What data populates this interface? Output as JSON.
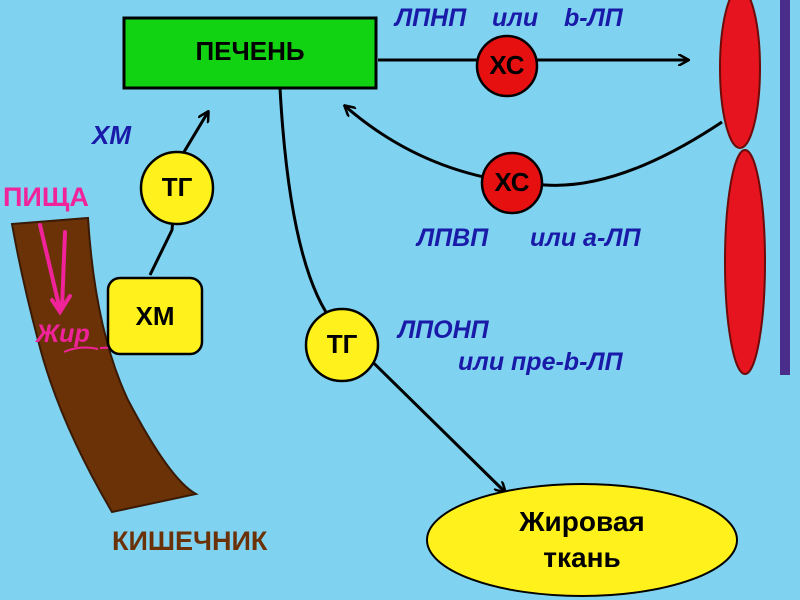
{
  "liver": "ПЕЧЕНЬ",
  "ldl": {
    "a": "ЛПНП",
    "b": "или",
    "c": "b-ЛП"
  },
  "hdl": {
    "a": "ЛПВП",
    "b": "или а-ЛП"
  },
  "vldl": {
    "a": "ЛПОНП",
    "b": "или пре-b-ЛП"
  },
  "xc_top": "ХС",
  "xc_mid": "ХС",
  "hm_upper": "ХМ",
  "hm_box": "ХМ",
  "tg_upper": "ТГ",
  "tg_lower": "ТГ",
  "food": "ПИЩА",
  "fat": "Жир",
  "intestine": "КИШЕЧНИК",
  "adipose": {
    "line1": "Жировая",
    "line2": "ткань"
  },
  "colors": {
    "background": "#7fd3f1",
    "liver": "#12d312",
    "xc": "#e61010",
    "tg": "#fff21c",
    "intestine": "#6b3208",
    "labels_blue": "#1a1aa8",
    "pink": "#f0239a",
    "wall": "#e5141e",
    "bar": "#4a2c8a"
  }
}
